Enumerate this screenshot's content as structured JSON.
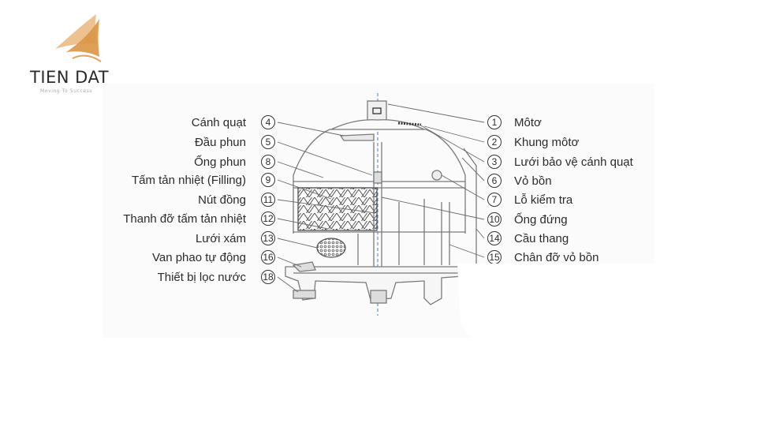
{
  "logo": {
    "name": "TIEN DAT",
    "tagline": "Moving To Success",
    "mark_icon": "sail-swoosh-logo-icon",
    "mark_color": "#e3a25a"
  },
  "diagram": {
    "line_color": "#7a7a7a",
    "leader_color": "#6b6b6b",
    "axis_color": "#3e7fc4",
    "fill_pattern_color": "#555555",
    "left_labels": [
      {
        "num": "4",
        "text": "Cánh quạt"
      },
      {
        "num": "5",
        "text": "Đầu phun"
      },
      {
        "num": "8",
        "text": "Ống phun"
      },
      {
        "num": "9",
        "text": "Tấm tản nhiệt (Filling)"
      },
      {
        "num": "11",
        "text": "Nút đồng"
      },
      {
        "num": "12",
        "text": "Thanh đỡ tấm tản nhiệt"
      },
      {
        "num": "13",
        "text": "Lưới xám"
      },
      {
        "num": "16",
        "text": "Van phao tự động"
      },
      {
        "num": "18",
        "text": "Thiết bị lọc nước"
      }
    ],
    "right_labels": [
      {
        "num": "1",
        "text": "Môtơ"
      },
      {
        "num": "2",
        "text": "Khung môtơ"
      },
      {
        "num": "3",
        "text": "Lưới bảo vệ cánh quạt"
      },
      {
        "num": "6",
        "text": "Vỏ bồn"
      },
      {
        "num": "7",
        "text": "Lỗ kiểm tra"
      },
      {
        "num": "10",
        "text": "Ống đứng"
      },
      {
        "num": "14",
        "text": "Cầu thang"
      },
      {
        "num": "15",
        "text": "Chân đỡ vỏ bồn"
      }
    ]
  }
}
